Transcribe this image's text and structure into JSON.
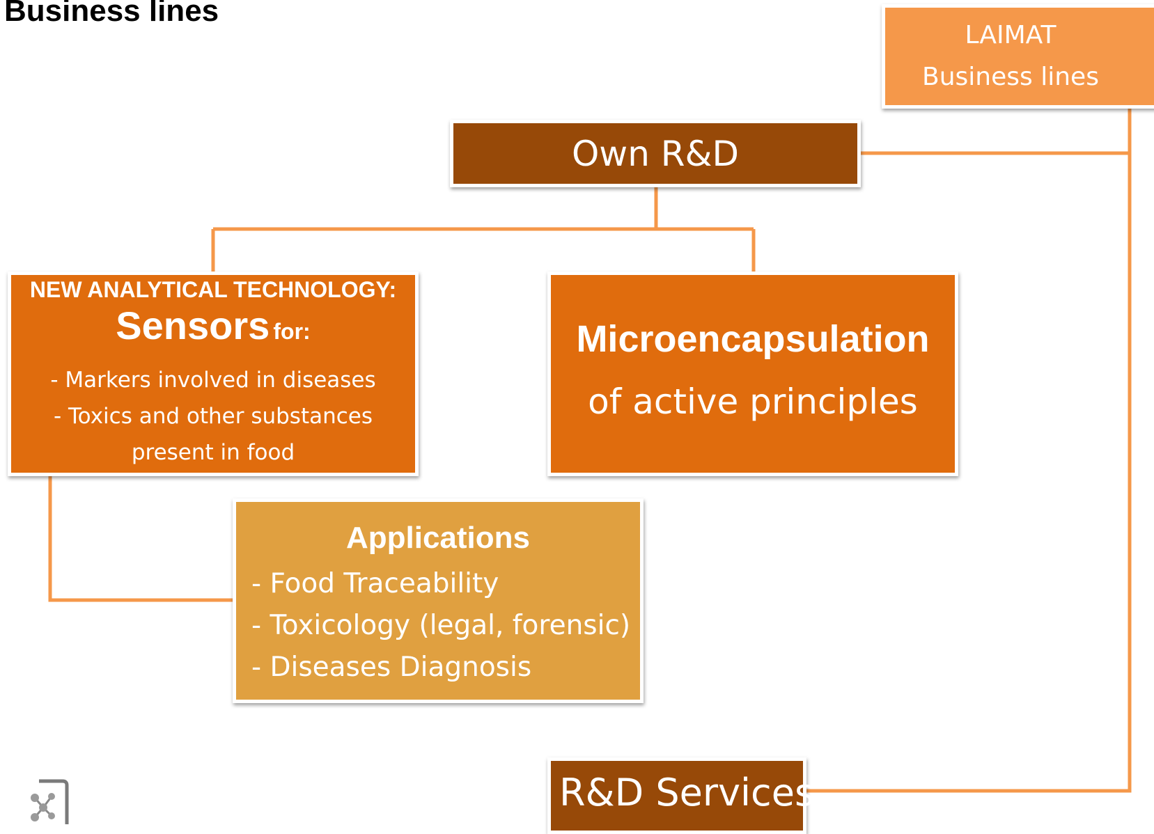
{
  "page_title": "Business lines",
  "laimat": {
    "line1": "LAIMAT",
    "line2": "Business lines"
  },
  "own_rd": {
    "label": "Own R&D"
  },
  "sensors": {
    "heading": "NEW ANALYTICAL TECHNOLOGY:",
    "title": "Sensors",
    "title_suffix": "for:",
    "item1": "- Markers involved in diseases",
    "item2": "- Toxics and other substances",
    "item2_cont": "present in food"
  },
  "microencapsulation": {
    "title": "Microencapsulation",
    "subtitle": "of active principles"
  },
  "applications": {
    "title": "Applications",
    "items": [
      "- Food Traceability",
      "- Toxicology  (legal, forensic)",
      "- Diseases Diagnosis"
    ]
  },
  "rd_services": {
    "label": "R&D Services"
  },
  "colors": {
    "connector": "#f5984a",
    "dark_brown": "#974908",
    "orange": "#e06c0d",
    "light_orange": "#f5984a",
    "gold": "#e0a040"
  },
  "icons": {
    "logo": "molecule-logo-icon"
  }
}
